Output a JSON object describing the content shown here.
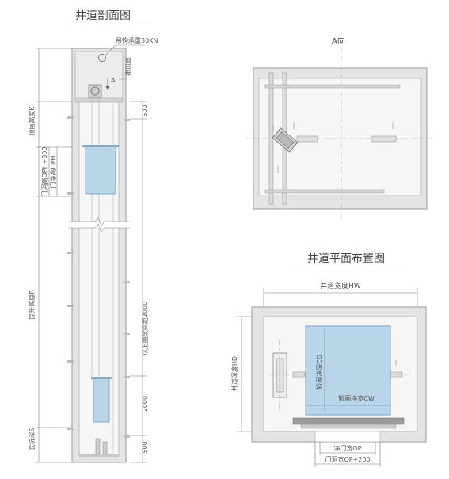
{
  "section": {
    "title": "井道剖面图",
    "hook_load": "吊钩承重30KN",
    "exhaust_fan": "排风扇",
    "top_height": "顶层高度K",
    "door_hole_height": "门洞高OPH+300",
    "door_clear_height": "门净高OPH",
    "travel_height": "提升高度R",
    "ring_beam_spacing": "以上圈梁间距2000",
    "pit_depth": "底坑深S",
    "dim_500_top": "500",
    "dim_2000": "2000",
    "dim_500_bottom": "500",
    "direction_marker": "A"
  },
  "view_a": {
    "title": "A向"
  },
  "plan": {
    "title": "井道平面布置图",
    "shaft_width": "井道宽度HW",
    "shaft_depth": "井道深度HD",
    "car_depth": "轿厢净深CD",
    "car_width": "轿厢净宽CW",
    "clear_door_width": "净门宽OP",
    "door_hole_width": "门洞宽OP+200"
  },
  "colors": {
    "wall": "#e4e4e4",
    "wall_stroke": "#9a9a9a",
    "interior": "#f6f6f6",
    "car_fill": "#b9d5ea",
    "car_stroke": "#6f9cc0",
    "dim": "#777777",
    "title_underline": "#b8b8b8"
  }
}
